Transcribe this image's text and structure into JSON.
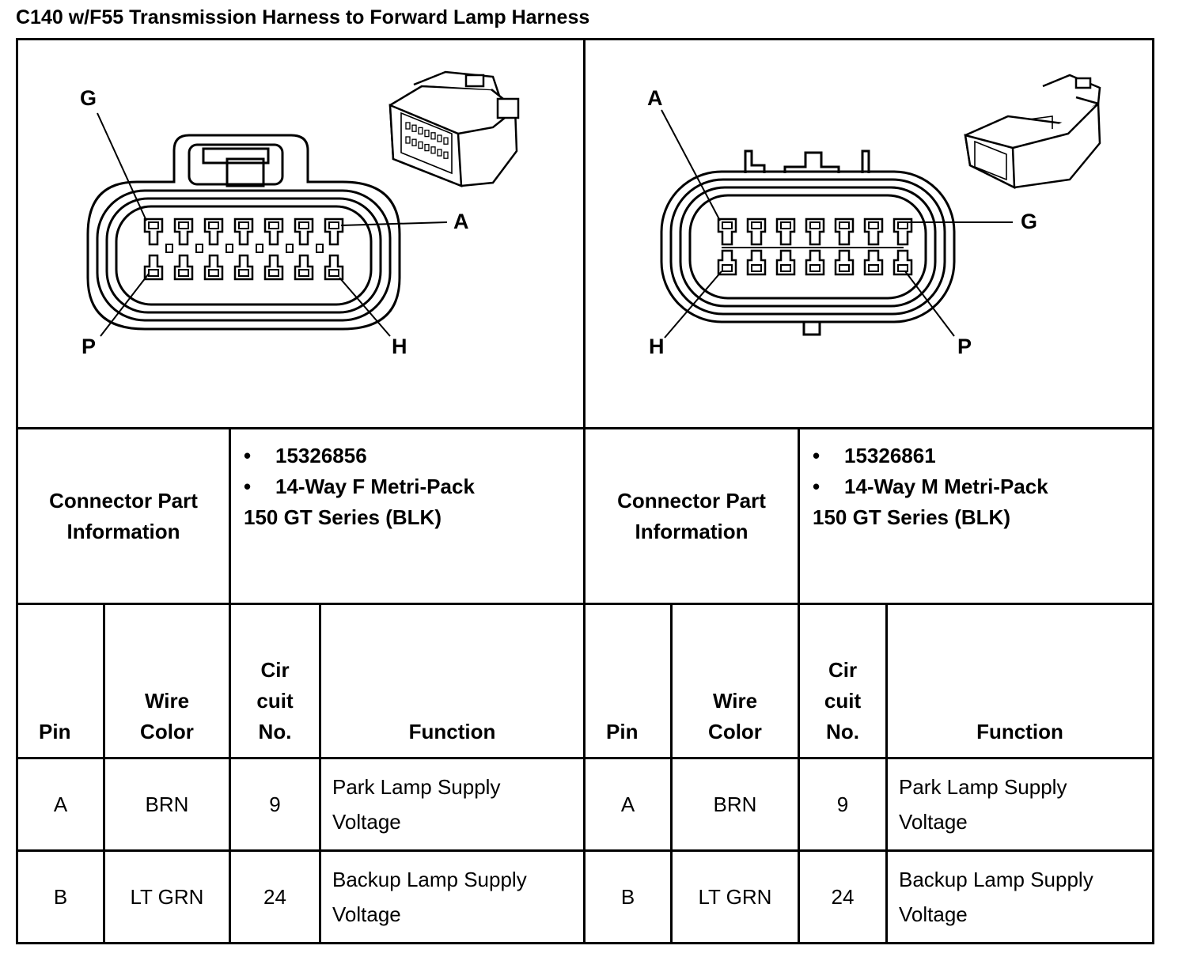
{
  "title": "C140 w/F55 Transmission Harness to Forward Lamp Harness",
  "left": {
    "pin_labels": {
      "top_left": "G",
      "top_right": "A",
      "bottom_left": "P",
      "bottom_right": "H"
    },
    "info_label": "Connector Part Information",
    "part_number": "15326856",
    "description_line1": "14-Way F Metri-Pack",
    "description_line2": "150 GT Series (BLK)",
    "headers": {
      "pin": "Pin",
      "wire_color": "Wire Color",
      "circuit_no": "Cir cuit No.",
      "function": "Function"
    },
    "rows": [
      {
        "pin": "A",
        "wire_color": "BRN",
        "circuit": "9",
        "function": "Park Lamp Supply Voltage"
      },
      {
        "pin": "B",
        "wire_color": "LT GRN",
        "circuit": "24",
        "function": "Backup Lamp Supply Voltage"
      }
    ]
  },
  "right": {
    "pin_labels": {
      "top_left": "A",
      "top_right": "G",
      "bottom_left": "H",
      "bottom_right": "P"
    },
    "info_label": "Connector Part Information",
    "part_number": "15326861",
    "description_line1": "14-Way M Metri-Pack",
    "description_line2": "150 GT Series (BLK)",
    "headers": {
      "pin": "Pin",
      "wire_color": "Wire Color",
      "circuit_no": "Cir cuit No.",
      "function": "Function"
    },
    "rows": [
      {
        "pin": "A",
        "wire_color": "BRN",
        "circuit": "9",
        "function": "Park Lamp Supply Voltage"
      },
      {
        "pin": "B",
        "wire_color": "LT GRN",
        "circuit": "24",
        "function": "Backup Lamp Supply Voltage"
      }
    ]
  },
  "bullet_symbol": "•"
}
